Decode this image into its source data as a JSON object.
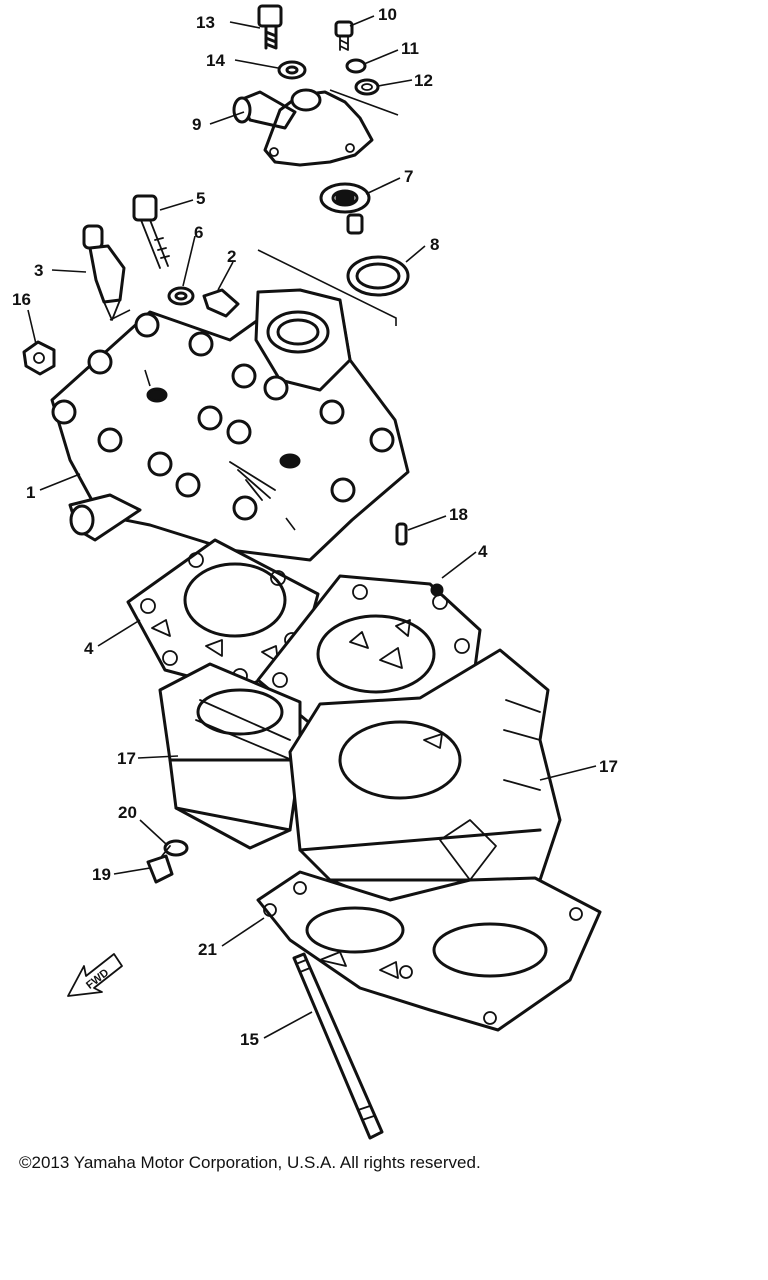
{
  "diagram": {
    "callouts": [
      {
        "id": "13",
        "label": "13"
      },
      {
        "id": "10",
        "label": "10"
      },
      {
        "id": "14",
        "label": "14"
      },
      {
        "id": "11",
        "label": "11"
      },
      {
        "id": "12",
        "label": "12"
      },
      {
        "id": "9",
        "label": "9"
      },
      {
        "id": "7",
        "label": "7"
      },
      {
        "id": "5",
        "label": "5"
      },
      {
        "id": "6",
        "label": "6"
      },
      {
        "id": "2",
        "label": "2"
      },
      {
        "id": "8",
        "label": "8"
      },
      {
        "id": "3",
        "label": "3"
      },
      {
        "id": "16",
        "label": "16"
      },
      {
        "id": "1",
        "label": "1"
      },
      {
        "id": "18",
        "label": "18"
      },
      {
        "id": "4a",
        "label": "4"
      },
      {
        "id": "4b",
        "label": "4"
      },
      {
        "id": "17a",
        "label": "17"
      },
      {
        "id": "17b",
        "label": "17"
      },
      {
        "id": "20",
        "label": "20"
      },
      {
        "id": "19",
        "label": "19"
      },
      {
        "id": "21",
        "label": "21"
      },
      {
        "id": "15",
        "label": "15"
      }
    ],
    "fwd_label": "FWD",
    "colors": {
      "ink": "#111111",
      "paper": "#ffffff"
    }
  },
  "footer": {
    "copyright": "©2013 Yamaha Motor Corporation, U.S.A. All rights reserved."
  }
}
